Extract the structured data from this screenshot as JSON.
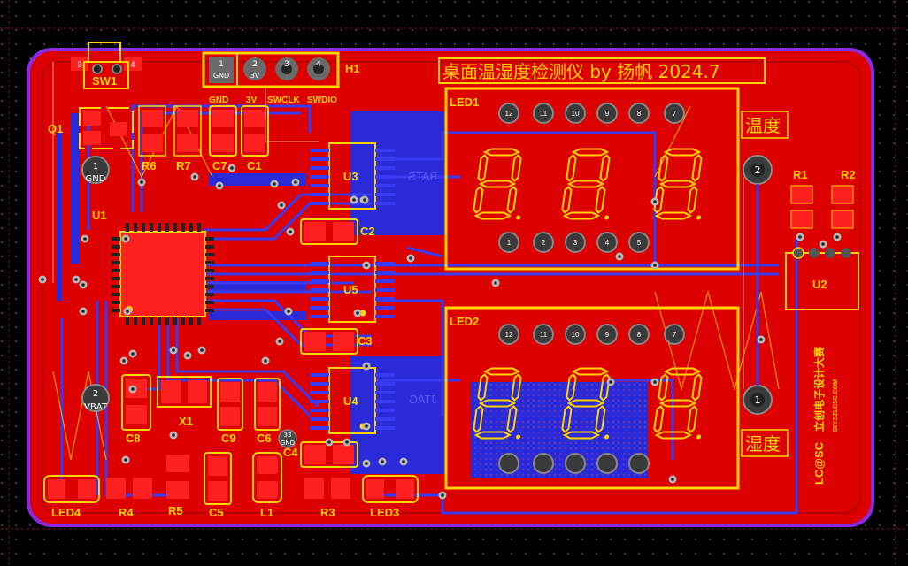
{
  "board": {
    "title": "桌面温湿度检测仪 by 扬帆 2024.7",
    "colors": {
      "background": "#000000",
      "board": "#dc0000",
      "board_outline": "#8a2be2",
      "silkscreen": "#ffd400",
      "bottom_copper": "#2a2ad8",
      "pad": "#ff2020",
      "via_ring": "#c8c8c8"
    }
  },
  "header_h1": {
    "ref": "H1",
    "pins": [
      {
        "num": "1",
        "net": "GND"
      },
      {
        "num": "2",
        "net": "3V"
      },
      {
        "num": "3",
        "net": ""
      },
      {
        "num": "4",
        "net": ""
      }
    ],
    "labels": [
      "GND",
      "3V",
      "SWCLK",
      "SWDIO"
    ]
  },
  "switch": {
    "ref": "SW1",
    "pin_left": "3",
    "pin_right": "4"
  },
  "components": {
    "q1": "Q1",
    "u1": "U1",
    "u2": "U2",
    "u3": "U3",
    "u4": "U4",
    "u5": "U5",
    "r1": "R1",
    "r2": "R2",
    "r3": "R3",
    "r4": "R4",
    "r5": "R5",
    "r6": "R6",
    "r7": "R7",
    "c1": "C1",
    "c2": "C2",
    "c3": "C3",
    "c4": "C4",
    "c5": "C5",
    "c6": "C6",
    "c7": "C7",
    "c8": "C8",
    "c9": "C9",
    "l1": "L1",
    "x1": "X1",
    "led1": "LED1",
    "led2": "LED2",
    "led3": "LED3",
    "led4": "LED4"
  },
  "mount_points": {
    "gnd": {
      "num": "1",
      "label": "GND"
    },
    "vbat": {
      "num": "2",
      "label": "VBAT"
    },
    "tp_gnd": {
      "num": "33",
      "label": "GND"
    }
  },
  "sensor_labels": {
    "temperature": "温度",
    "humidity": "湿度"
  },
  "sensor_pins": {
    "top": "2",
    "bottom": "1"
  },
  "led1_pins": {
    "top": [
      "12",
      "11",
      "10",
      "9",
      "8",
      "7"
    ],
    "bottom": [
      "1",
      "2",
      "3",
      "4",
      "5"
    ]
  },
  "led2_pins": {
    "top": [
      "12",
      "11",
      "10",
      "9",
      "8",
      "7"
    ]
  },
  "bottom_silk": {
    "top": "BATS",
    "mid": "JTAG"
  },
  "logo": {
    "brand": "LC@SC",
    "name": "立创电子设计大赛",
    "url": "DIY.SZLCSC.COM"
  }
}
